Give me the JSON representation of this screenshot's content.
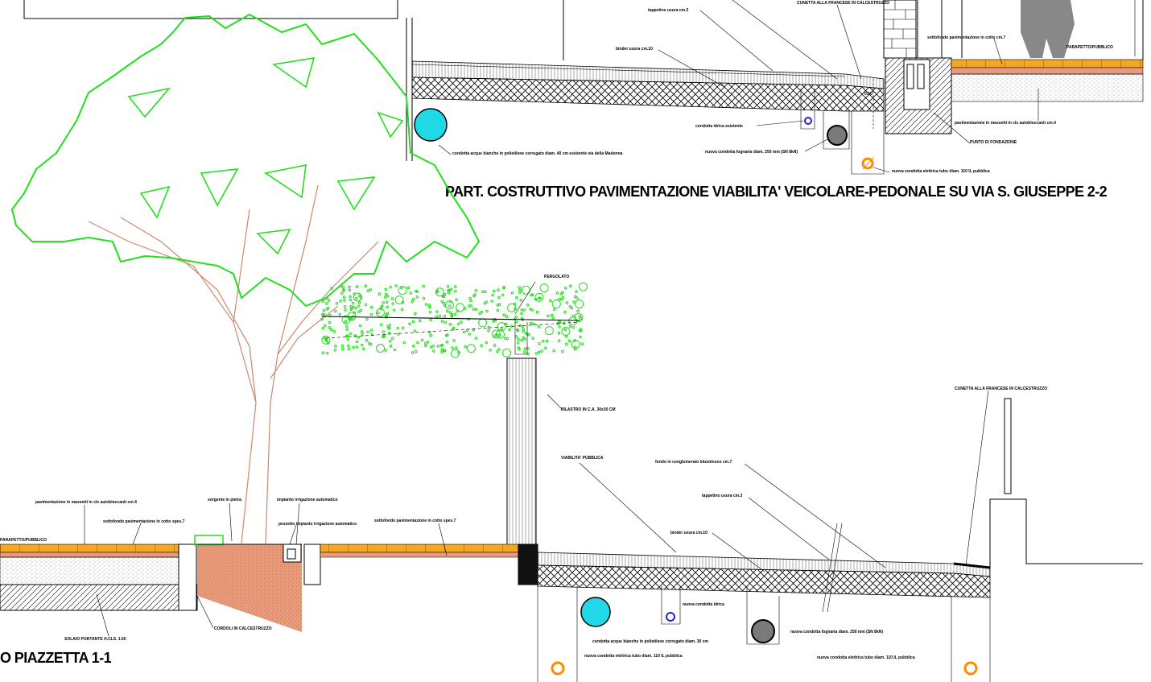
{
  "titles": {
    "section_2_2": "PART. COSTRUTTIVO PAVIMENTAZIONE VIABILITA' VEICOLARE-PEDONALE SU VIA S. GIUSEPPE  2-2",
    "section_1_1": "O PIAZZETTA 1-1"
  },
  "labels_top": {
    "cunetta": "CUNETTA ALLA FRANCESE IN CALCESTRUZZO",
    "tappetino": "tappetino usura cm.3",
    "binder": "binder usura cm.10",
    "sottofondo_cotto": "sottofondo pavimentazione in cotto cm.7",
    "parapetto": "PARAPETTO/PUBBLICO",
    "quota": "0.50",
    "acque_bianche": "condotta acque bianche in polietilene corrugato diam. 40 cm  esistente via della Madonna",
    "tubo_esistente": "condotta idrica esistente",
    "fognaria": "nuova condotta fognaria diam. 250 mm (SN 8kN)",
    "elettrica": "nuova condotta elettrica tubo diam. 110 IL pubblica",
    "pavimentazione_massetti": "pavimentazione in massetti in cls autobloccanti cm.4",
    "punto_fondazione": "PUNTO  DI  FONDAZIONE"
  },
  "labels_bottom": {
    "pavimentazione_massetti": "pavimentazione in massetti in cls autobloccanti cm.4",
    "sottofondo": "sottofondo pavimentazione in cotto spes.7",
    "parapetto": "PARAPETTO/PUBBLICO",
    "sorgente": "sorgente in pietra",
    "impianto_irrigazione": "impianto irrigazione automatico",
    "pozzetto": "pozzetto impianto irrigazione automatico",
    "sottofondo_cotto": "sottofondo pavimentazione in cotto spes.7",
    "solaio": "SOLAIO PORTANTE H.CLS. 1.60",
    "cordoli": "CORDOLI IN CALCESTRUZZO",
    "pergolato": "PERGOLATO",
    "pilastro": "PILASTRO IN C.A. 30x30 CM",
    "viabilita": "VIABILITA' PUBBLICA",
    "cunetta": "CUNETTA ALLA FRANCESE IN CALCESTRUZZO",
    "fondazione": "fondo in conglomerato bituminoso cm.7",
    "tappetino": "tappetino usura cm.3",
    "binder": "binder usura cm.10",
    "tubo_idrico": "nuova  condotta  idrica",
    "acque_bianche": "condotta acque bianche in polietilene corrugato diam. 30 cm",
    "fognaria": "nuova condotta fognaria diam. 250 mm (SN 8kN)",
    "elettrica": "nuova condotta elettrica tubo diam. 110 IL pubblica",
    "elettrica_2": "nuova condotta elettrica tubo diam. 110 IL pubblica"
  },
  "colors": {
    "foliage": "#22e01c",
    "tree_trunk": "#c98a6e",
    "soil": "#e89b7a",
    "cotto": "#f5a623",
    "cyan_pipe": "#21d8e6",
    "grey_pipe": "#7a7a7a",
    "orange_pipe": "#ff8c00",
    "blue_pipe": "#2323c8"
  }
}
